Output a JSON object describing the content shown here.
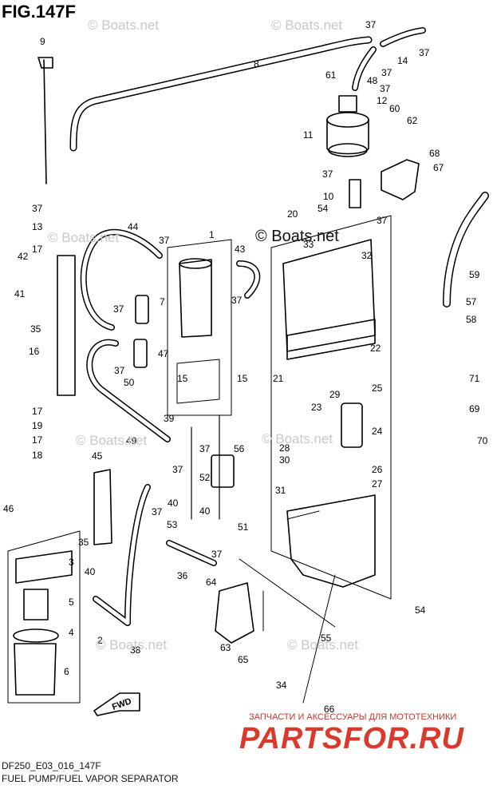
{
  "figure": {
    "title": "FIG.147F",
    "model_code": "DF250_E03_016_147F",
    "caption": "FUEL PUMP/FUEL VAPOR SEPARATOR"
  },
  "watermark": {
    "text": "© Boats.net",
    "color": "#c8c8c8"
  },
  "branding": {
    "tagline": "ЗАПЧАСТИ И АКСЕССУАРЫ ДЛЯ МОТОТЕХНИКИ",
    "logo": "PARTSFOR.RU",
    "accent_color": "#d93a2b"
  },
  "fwd_label": "FWD",
  "part_numbers": [
    "1",
    "2",
    "3",
    "4",
    "5",
    "6",
    "7",
    "8",
    "9",
    "10",
    "11",
    "12",
    "13",
    "14",
    "15",
    "16",
    "17",
    "18",
    "19",
    "20",
    "21",
    "22",
    "23",
    "24",
    "25",
    "26",
    "27",
    "28",
    "29",
    "30",
    "31",
    "32",
    "33",
    "34",
    "35",
    "36",
    "37",
    "38",
    "39",
    "40",
    "41",
    "42",
    "43",
    "44",
    "45",
    "46",
    "47",
    "48",
    "49",
    "50",
    "51",
    "52",
    "53",
    "54",
    "55",
    "56",
    "57",
    "58",
    "59",
    "60",
    "61",
    "62",
    "63",
    "64",
    "65",
    "66",
    "67",
    "68",
    "69",
    "70",
    "71"
  ]
}
